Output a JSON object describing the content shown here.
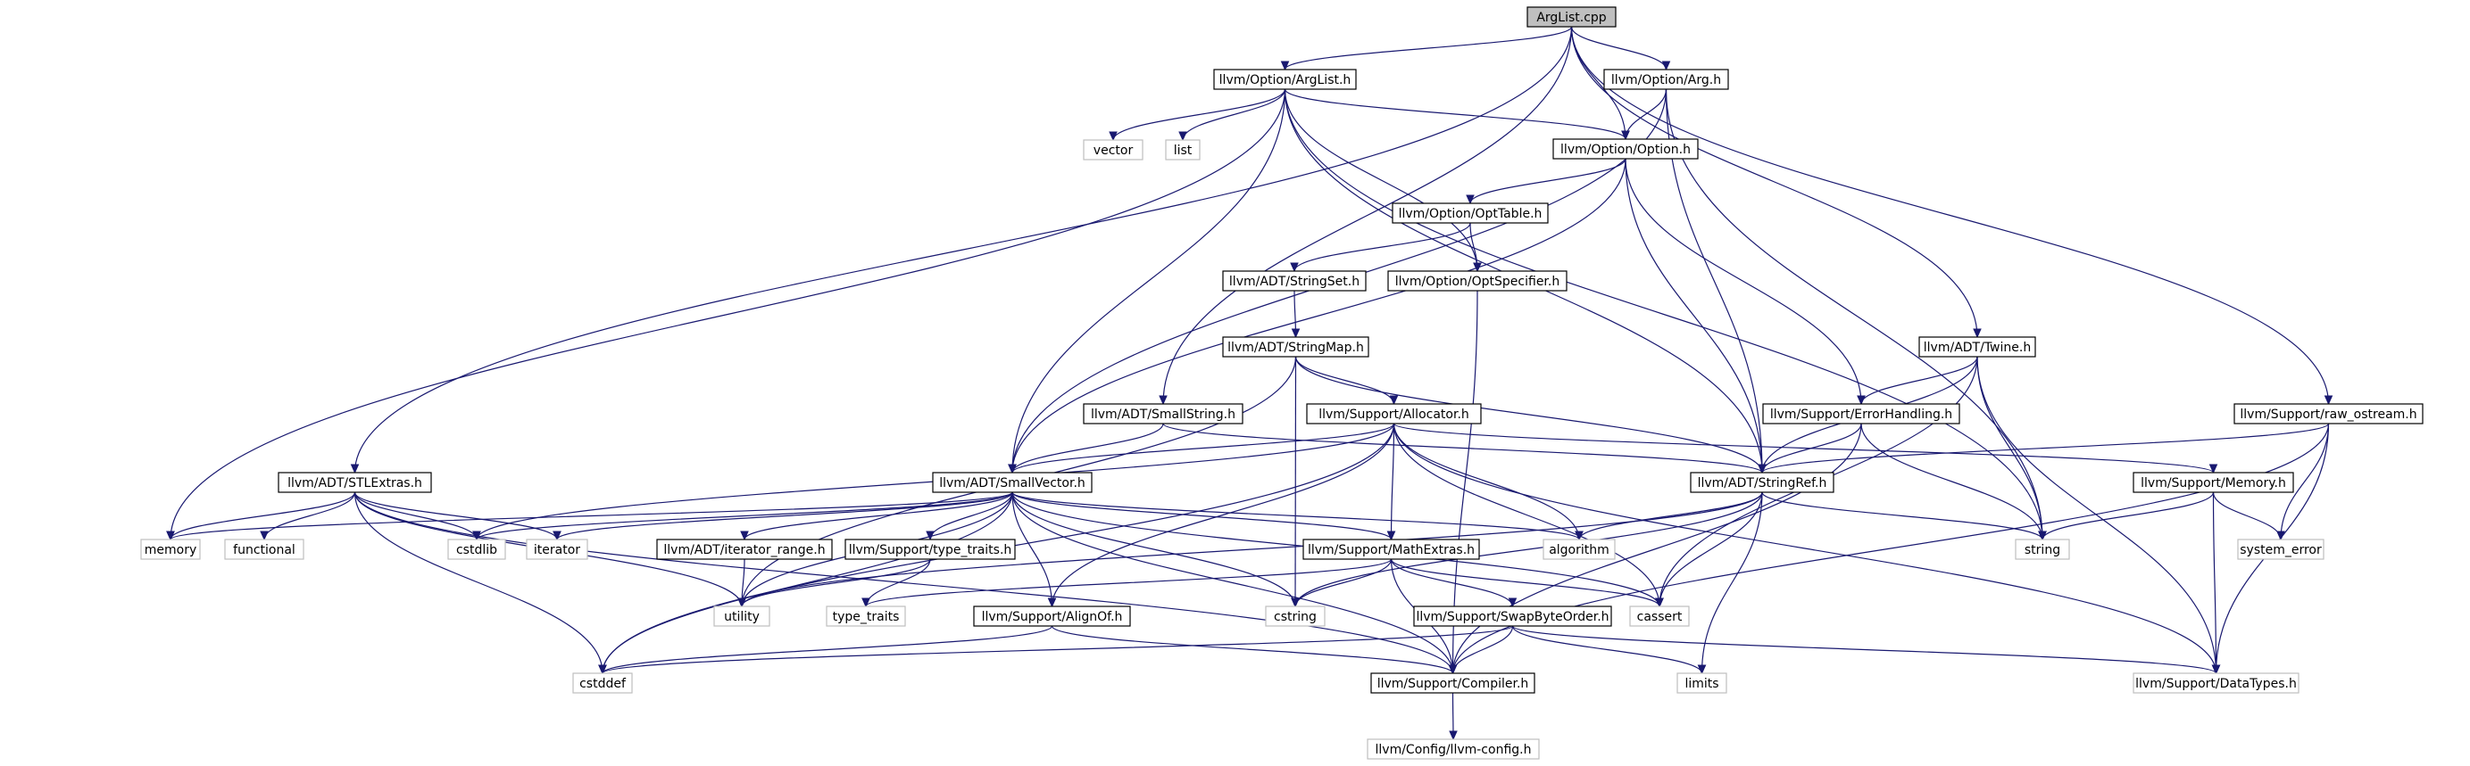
{
  "graph": {
    "colors": {
      "edge": "#191970",
      "root_fill": "#bfbfbf",
      "primary_border": "#000000",
      "external_border": "#bfbfbf"
    },
    "nodes": [
      {
        "id": "arglist_cpp",
        "label": "ArgList.cpp",
        "kind": "root"
      },
      {
        "id": "option_arglist_h",
        "label": "llvm/Option/ArgList.h",
        "kind": "primary"
      },
      {
        "id": "option_arg_h",
        "label": "llvm/Option/Arg.h",
        "kind": "primary"
      },
      {
        "id": "option_option_h",
        "label": "llvm/Option/Option.h",
        "kind": "primary"
      },
      {
        "id": "vector",
        "label": "vector",
        "kind": "external"
      },
      {
        "id": "list",
        "label": "list",
        "kind": "external"
      },
      {
        "id": "option_opttable_h",
        "label": "llvm/Option/OptTable.h",
        "kind": "primary"
      },
      {
        "id": "adt_stringset_h",
        "label": "llvm/ADT/StringSet.h",
        "kind": "primary"
      },
      {
        "id": "option_optspecifier_h",
        "label": "llvm/Option/OptSpecifier.h",
        "kind": "primary"
      },
      {
        "id": "adt_stringmap_h",
        "label": "llvm/ADT/StringMap.h",
        "kind": "primary"
      },
      {
        "id": "adt_twine_h",
        "label": "llvm/ADT/Twine.h",
        "kind": "primary"
      },
      {
        "id": "adt_smallstring_h",
        "label": "llvm/ADT/SmallString.h",
        "kind": "primary"
      },
      {
        "id": "support_allocator_h",
        "label": "llvm/Support/Allocator.h",
        "kind": "primary"
      },
      {
        "id": "support_errorhandling_h",
        "label": "llvm/Support/ErrorHandling.h",
        "kind": "primary"
      },
      {
        "id": "support_raw_ostream_h",
        "label": "llvm/Support/raw_ostream.h",
        "kind": "primary"
      },
      {
        "id": "adt_stlextras_h",
        "label": "llvm/ADT/STLExtras.h",
        "kind": "primary"
      },
      {
        "id": "adt_smallvector_h",
        "label": "llvm/ADT/SmallVector.h",
        "kind": "primary"
      },
      {
        "id": "adt_stringref_h",
        "label": "llvm/ADT/StringRef.h",
        "kind": "primary"
      },
      {
        "id": "support_memory_h",
        "label": "llvm/Support/Memory.h",
        "kind": "primary"
      },
      {
        "id": "memory",
        "label": "memory",
        "kind": "external"
      },
      {
        "id": "functional",
        "label": "functional",
        "kind": "external"
      },
      {
        "id": "cstdlib",
        "label": "cstdlib",
        "kind": "external"
      },
      {
        "id": "iterator",
        "label": "iterator",
        "kind": "external"
      },
      {
        "id": "adt_iterator_range_h",
        "label": "llvm/ADT/iterator_range.h",
        "kind": "primary"
      },
      {
        "id": "support_type_traits_h",
        "label": "llvm/Support/type_traits.h",
        "kind": "primary"
      },
      {
        "id": "support_mathextras_h",
        "label": "llvm/Support/MathExtras.h",
        "kind": "primary"
      },
      {
        "id": "algorithm",
        "label": "algorithm",
        "kind": "external"
      },
      {
        "id": "string",
        "label": "string",
        "kind": "external"
      },
      {
        "id": "system_error",
        "label": "system_error",
        "kind": "external"
      },
      {
        "id": "utility",
        "label": "utility",
        "kind": "external"
      },
      {
        "id": "type_traits",
        "label": "type_traits",
        "kind": "external"
      },
      {
        "id": "support_alignof_h",
        "label": "llvm/Support/AlignOf.h",
        "kind": "primary"
      },
      {
        "id": "cstring",
        "label": "cstring",
        "kind": "external"
      },
      {
        "id": "support_swapbyteorder_h",
        "label": "llvm/Support/SwapByteOrder.h",
        "kind": "primary"
      },
      {
        "id": "cassert",
        "label": "cassert",
        "kind": "external"
      },
      {
        "id": "cstddef",
        "label": "cstddef",
        "kind": "external"
      },
      {
        "id": "support_compiler_h",
        "label": "llvm/Support/Compiler.h",
        "kind": "primary"
      },
      {
        "id": "limits",
        "label": "limits",
        "kind": "external"
      },
      {
        "id": "support_datatypes_h",
        "label": "llvm/Support/DataTypes.h",
        "kind": "external"
      },
      {
        "id": "config_llvm_config_h",
        "label": "llvm/Config/llvm-config.h",
        "kind": "external"
      }
    ],
    "edges": [
      [
        "arglist_cpp",
        "option_arglist_h"
      ],
      [
        "arglist_cpp",
        "option_arg_h"
      ],
      [
        "arglist_cpp",
        "option_option_h"
      ],
      [
        "arglist_cpp",
        "adt_twine_h"
      ],
      [
        "arglist_cpp",
        "support_raw_ostream_h"
      ],
      [
        "arglist_cpp",
        "adt_smallstring_h"
      ],
      [
        "arglist_cpp",
        "adt_stlextras_h"
      ],
      [
        "option_arglist_h",
        "vector"
      ],
      [
        "option_arglist_h",
        "list"
      ],
      [
        "option_arglist_h",
        "option_option_h"
      ],
      [
        "option_arglist_h",
        "option_optspecifier_h"
      ],
      [
        "option_arglist_h",
        "adt_smallvector_h"
      ],
      [
        "option_arglist_h",
        "adt_stringref_h"
      ],
      [
        "option_arglist_h",
        "memory"
      ],
      [
        "option_arglist_h",
        "string"
      ],
      [
        "option_arg_h",
        "option_option_h"
      ],
      [
        "option_arg_h",
        "adt_smallvector_h"
      ],
      [
        "option_arg_h",
        "adt_stringref_h"
      ],
      [
        "option_arg_h",
        "string"
      ],
      [
        "option_option_h",
        "option_opttable_h"
      ],
      [
        "option_option_h",
        "support_errorhandling_h"
      ],
      [
        "option_option_h",
        "adt_smallvector_h"
      ],
      [
        "option_option_h",
        "adt_stringref_h"
      ],
      [
        "option_opttable_h",
        "adt_stringset_h"
      ],
      [
        "option_opttable_h",
        "option_optspecifier_h"
      ],
      [
        "adt_stringset_h",
        "adt_stringmap_h"
      ],
      [
        "option_optspecifier_h",
        "support_compiler_h"
      ],
      [
        "adt_stringmap_h",
        "support_allocator_h"
      ],
      [
        "adt_stringmap_h",
        "adt_stringref_h"
      ],
      [
        "adt_stringmap_h",
        "cstring"
      ],
      [
        "adt_stringmap_h",
        "utility"
      ],
      [
        "adt_twine_h",
        "support_errorhandling_h"
      ],
      [
        "adt_twine_h",
        "adt_stringref_h"
      ],
      [
        "adt_twine_h",
        "string"
      ],
      [
        "adt_twine_h",
        "cassert"
      ],
      [
        "adt_twine_h",
        "support_datatypes_h"
      ],
      [
        "adt_smallstring_h",
        "adt_smallvector_h"
      ],
      [
        "adt_smallstring_h",
        "adt_stringref_h"
      ],
      [
        "support_allocator_h",
        "adt_smallvector_h"
      ],
      [
        "support_allocator_h",
        "support_alignof_h"
      ],
      [
        "support_allocator_h",
        "support_mathextras_h"
      ],
      [
        "support_allocator_h",
        "support_memory_h"
      ],
      [
        "support_allocator_h",
        "algorithm"
      ],
      [
        "support_allocator_h",
        "cassert"
      ],
      [
        "support_allocator_h",
        "cstddef"
      ],
      [
        "support_allocator_h",
        "cstdlib"
      ],
      [
        "support_allocator_h",
        "support_datatypes_h"
      ],
      [
        "support_errorhandling_h",
        "adt_stringref_h"
      ],
      [
        "support_errorhandling_h",
        "support_compiler_h"
      ],
      [
        "support_errorhandling_h",
        "string"
      ],
      [
        "support_raw_ostream_h",
        "adt_stringref_h"
      ],
      [
        "support_raw_ostream_h",
        "support_compiler_h"
      ],
      [
        "support_raw_ostream_h",
        "system_error"
      ],
      [
        "support_raw_ostream_h",
        "support_datatypes_h"
      ],
      [
        "adt_stlextras_h",
        "memory"
      ],
      [
        "adt_stlextras_h",
        "functional"
      ],
      [
        "adt_stlextras_h",
        "cstdlib"
      ],
      [
        "adt_stlextras_h",
        "iterator"
      ],
      [
        "adt_stlextras_h",
        "utility"
      ],
      [
        "adt_stlextras_h",
        "cstddef"
      ],
      [
        "adt_stlextras_h",
        "support_compiler_h"
      ],
      [
        "adt_smallvector_h",
        "adt_iterator_range_h"
      ],
      [
        "adt_smallvector_h",
        "support_alignof_h"
      ],
      [
        "adt_smallvector_h",
        "support_compiler_h"
      ],
      [
        "adt_smallvector_h",
        "support_mathextras_h"
      ],
      [
        "adt_smallvector_h",
        "support_type_traits_h"
      ],
      [
        "adt_smallvector_h",
        "algorithm"
      ],
      [
        "adt_smallvector_h",
        "cassert"
      ],
      [
        "adt_smallvector_h",
        "cstddef"
      ],
      [
        "adt_smallvector_h",
        "cstdlib"
      ],
      [
        "adt_smallvector_h",
        "cstring"
      ],
      [
        "adt_smallvector_h",
        "iterator"
      ],
      [
        "adt_smallvector_h",
        "memory"
      ],
      [
        "adt_smallvector_h",
        "utility"
      ],
      [
        "adt_stringref_h",
        "algorithm"
      ],
      [
        "adt_stringref_h",
        "cassert"
      ],
      [
        "adt_stringref_h",
        "cstring"
      ],
      [
        "adt_stringref_h",
        "limits"
      ],
      [
        "adt_stringref_h",
        "string"
      ],
      [
        "adt_stringref_h",
        "utility"
      ],
      [
        "support_memory_h",
        "support_datatypes_h"
      ],
      [
        "support_memory_h",
        "string"
      ],
      [
        "support_memory_h",
        "system_error"
      ],
      [
        "adt_iterator_range_h",
        "utility"
      ],
      [
        "support_type_traits_h",
        "type_traits"
      ],
      [
        "support_type_traits_h",
        "utility"
      ],
      [
        "support_mathextras_h",
        "support_compiler_h"
      ],
      [
        "support_mathextras_h",
        "support_swapbyteorder_h"
      ],
      [
        "support_mathextras_h",
        "cassert"
      ],
      [
        "support_mathextras_h",
        "cstring"
      ],
      [
        "support_mathextras_h",
        "type_traits"
      ],
      [
        "support_alignof_h",
        "support_compiler_h"
      ],
      [
        "support_alignof_h",
        "cstddef"
      ],
      [
        "support_swapbyteorder_h",
        "support_compiler_h"
      ],
      [
        "support_swapbyteorder_h",
        "support_datatypes_h"
      ],
      [
        "support_swapbyteorder_h",
        "cstddef"
      ],
      [
        "support_swapbyteorder_h",
        "limits"
      ],
      [
        "support_compiler_h",
        "config_llvm_config_h"
      ]
    ]
  }
}
